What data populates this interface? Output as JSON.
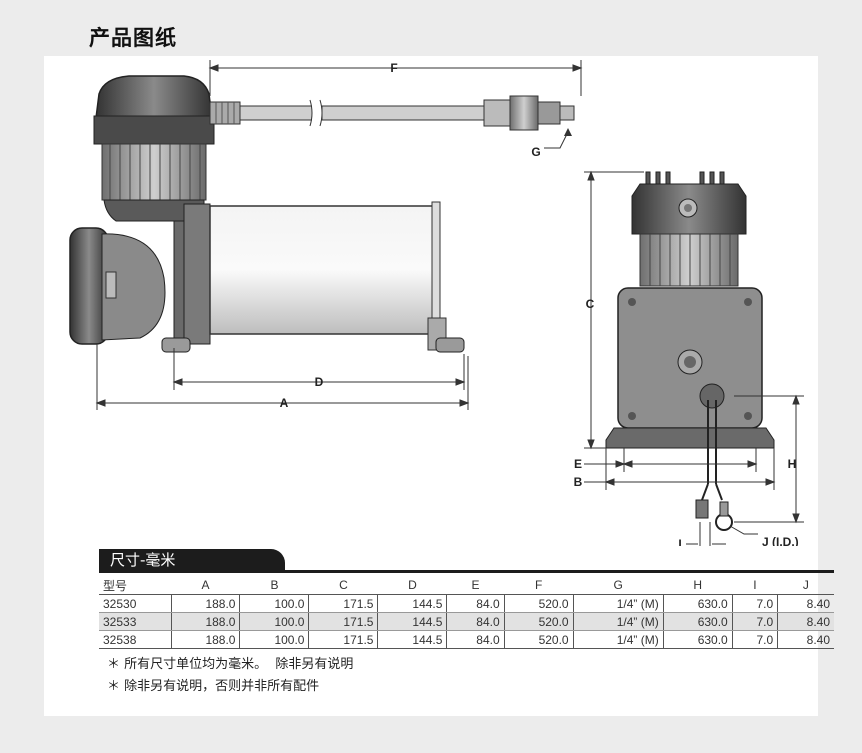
{
  "page_title": "产品图纸",
  "dimension_labels": {
    "A": "A",
    "B": "B",
    "C": "C",
    "D": "D",
    "E": "E",
    "F": "F",
    "G": "G",
    "H": "H",
    "I": "I",
    "J": "J (I.D.)"
  },
  "spec_title": "尺寸-毫米",
  "columns": [
    "型号",
    "A",
    "B",
    "C",
    "D",
    "E",
    "F",
    "G",
    "H",
    "I",
    "J"
  ],
  "rows": [
    [
      "32530",
      "188.0",
      "100.0",
      "171.5",
      "144.5",
      "84.0",
      "520.0",
      "1/4” (M)",
      "630.0",
      "7.0",
      "8.40"
    ],
    [
      "32533",
      "188.0",
      "100.0",
      "171.5",
      "144.5",
      "84.0",
      "520.0",
      "1/4” (M)",
      "630.0",
      "7.0",
      "8.40"
    ],
    [
      "32538",
      "188.0",
      "100.0",
      "171.5",
      "144.5",
      "84.0",
      "520.0",
      "1/4” (M)",
      "630.0",
      "7.0",
      "8.40"
    ]
  ],
  "notes": [
    "＊ 所有尺寸单位均为毫米。  除非另有说明",
    "＊ 除非另有说明，否则并非所有配件"
  ]
}
